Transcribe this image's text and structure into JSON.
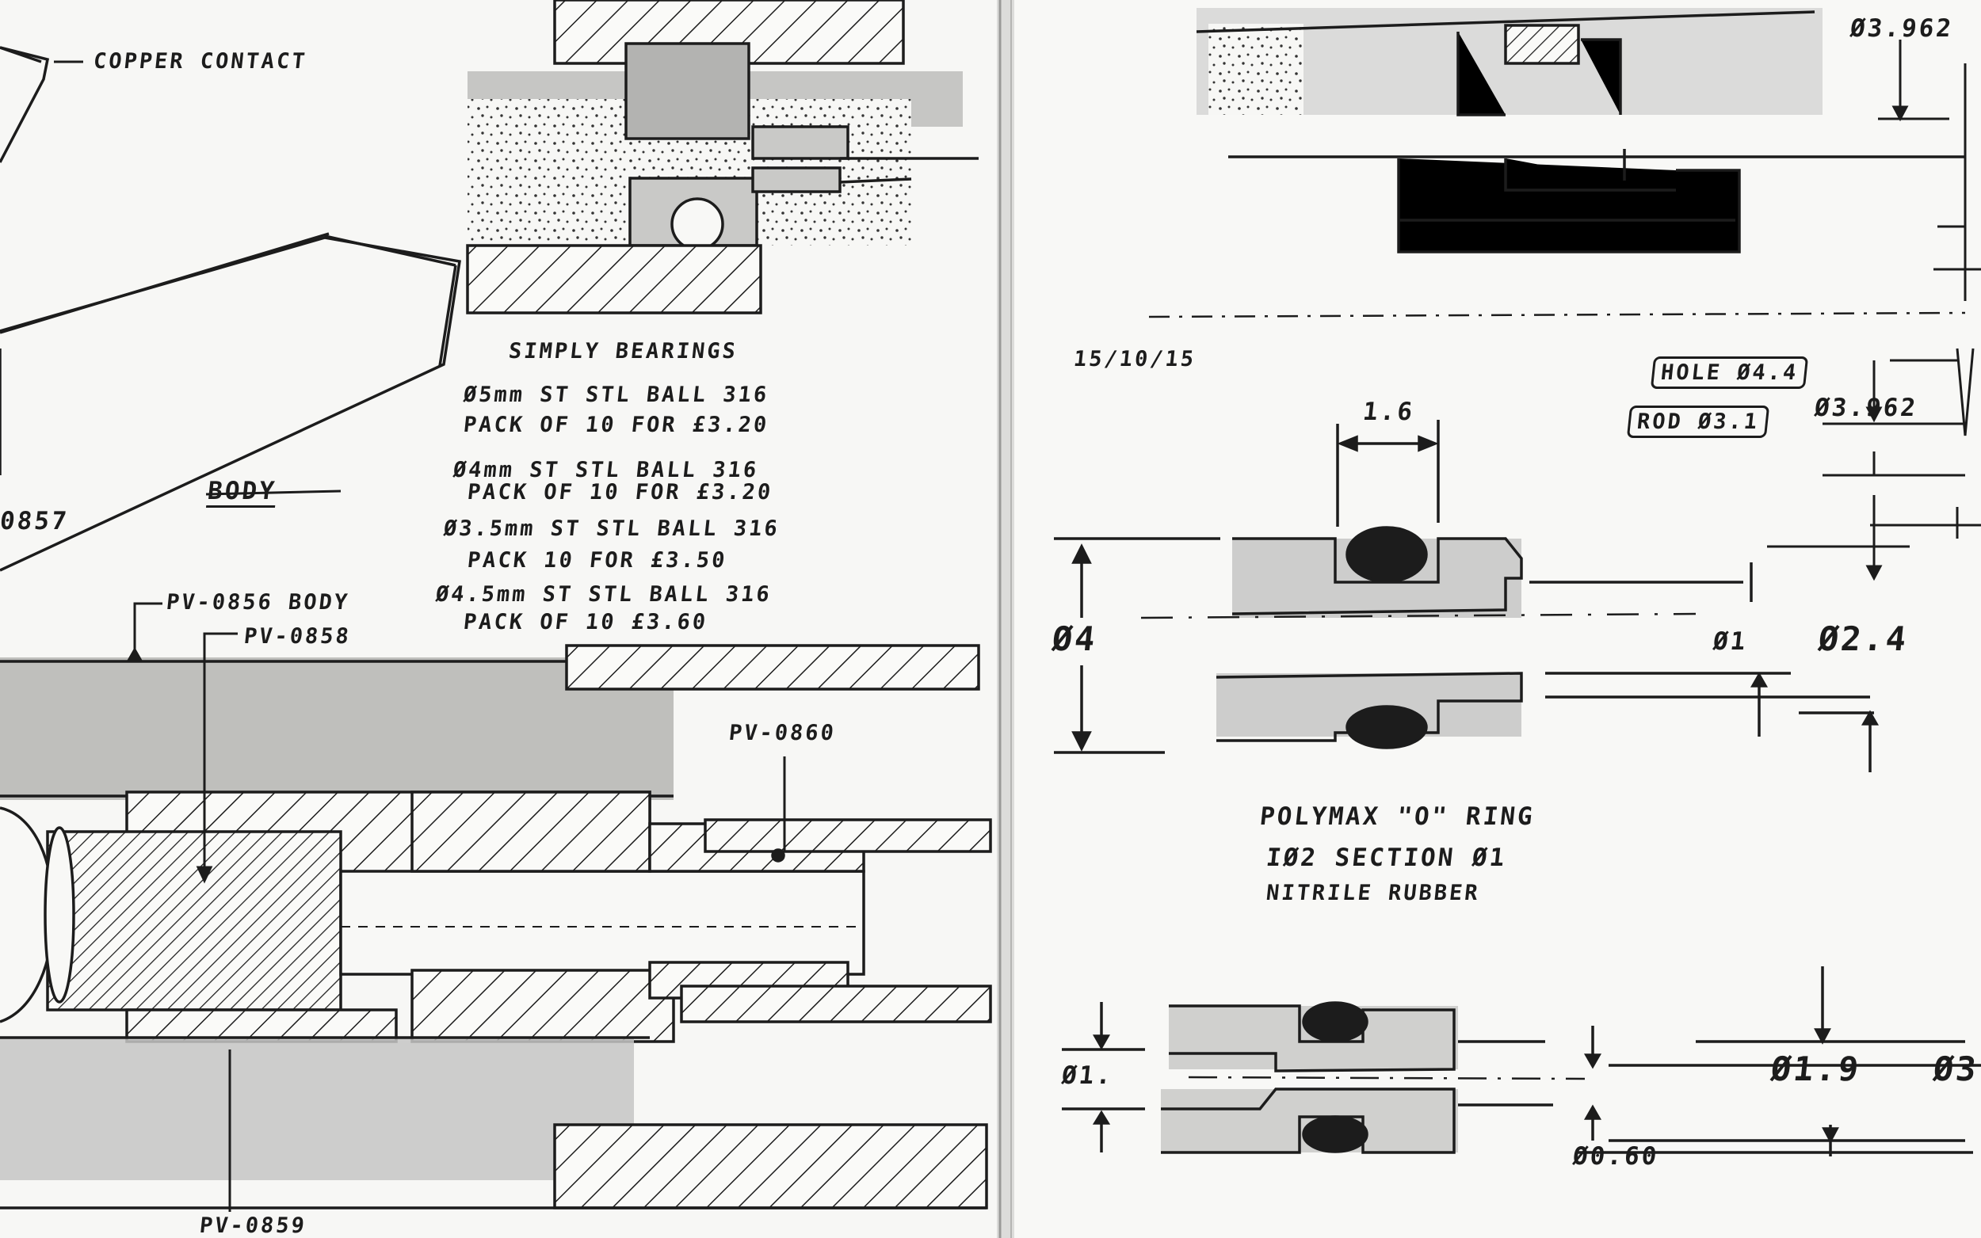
{
  "left_page": {
    "copper_contact": "COPPER CONTACT",
    "body_label": "BODY",
    "part_0857": "0857",
    "bearings_title": "SIMPLY BEARINGS",
    "bearings": [
      {
        "spec": "Ø5mm ST STL BALL 316",
        "price": "PACK OF 10 FOR £3.20"
      },
      {
        "spec": "Ø4mm ST STL BALL 316",
        "price": "PACK OF 10 FOR £3.20"
      },
      {
        "spec": "Ø3.5mm ST STL BALL 316",
        "price": "PACK 10 FOR £3.50"
      },
      {
        "spec": "Ø4.5mm ST STL BALL 316",
        "price": "PACK OF 10 £3.60"
      }
    ],
    "pv_0856": "PV-0856 BODY",
    "pv_0858": "PV-0858",
    "pv_0860": "PV-0860",
    "pv_0859": "PV-0859"
  },
  "right_page": {
    "date": "15/10/15",
    "dim_top_right": "Ø3.962",
    "hole_label": "HOLE Ø4.4",
    "rod_label": "ROD Ø3.1",
    "dim_3962": "Ø3.962",
    "dim_16": "1.6",
    "dim_4": "Ø4",
    "dim_1": "Ø1",
    "dim_24": "Ø2.4",
    "oring_title": "POLYMAX \"O\" RING",
    "oring_size": "IØ2 SECTION Ø1",
    "oring_material": "NITRILE RUBBER",
    "dim_1_lower": "Ø1.",
    "dim_19": "Ø1.9",
    "dim_3_cut": "Ø3",
    "dim_06": "Ø0.60"
  }
}
